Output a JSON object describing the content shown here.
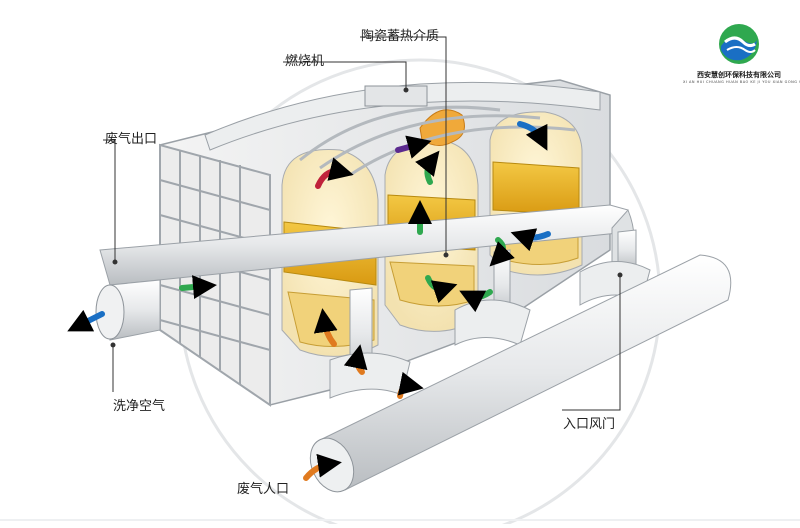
{
  "labels": {
    "ceramic_media": "陶瓷蓄热介质",
    "burner": "燃烧机",
    "exhaust_outlet": "废气出口",
    "clean_air": "洗净空气",
    "inlet_damper": "入口风门",
    "exhaust_inlet": "废气人口"
  },
  "logo": {
    "company_name": "西安慧创环保科技有限公司",
    "company_pinyin": "XI AN HUI CHUANG HUAN BAO KE JI YOU XIAN GONG SI"
  },
  "icons": [
    "logo-waves-icon"
  ],
  "colors": {
    "flow_green": "#2fa84f",
    "flow_blue": "#1a6fc4",
    "flow_orange": "#e07a1f",
    "flow_purple": "#5b2a8f",
    "flow_red": "#c0223b",
    "media_yellow": "#e9b527"
  }
}
